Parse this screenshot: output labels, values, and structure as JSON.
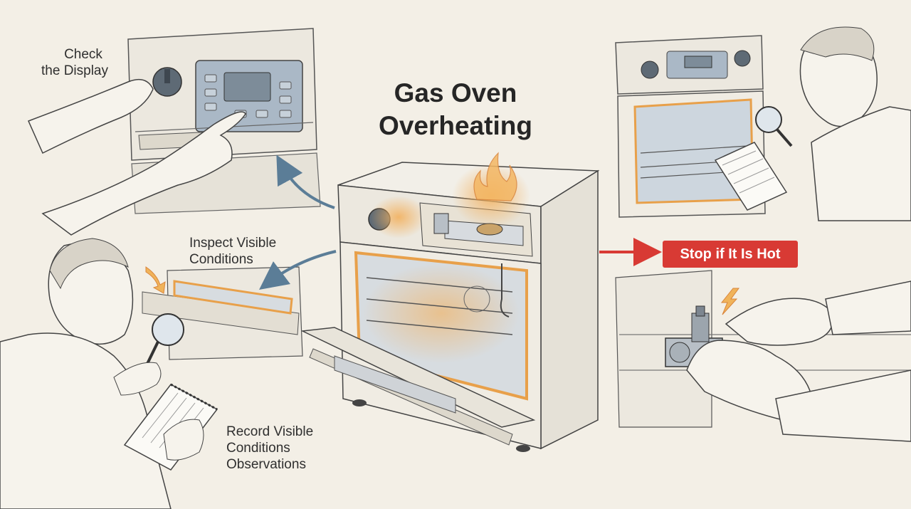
{
  "title": {
    "line1": "Gas Oven",
    "line2": "Overheating"
  },
  "steps": {
    "check_display": {
      "line1": "Check",
      "line2": "the Display"
    },
    "inspect": {
      "line1": "Inspect Visible",
      "line2": "Conditions"
    },
    "record": {
      "line1": "Record Visible",
      "line2": "Conditions",
      "line3": "Observations"
    },
    "stop": {
      "label": "Stop if It Is Hot"
    }
  },
  "icons": [
    "control-knob-icon",
    "display-panel-icon",
    "magnifier-icon",
    "notepad-icon",
    "heat-warning-icon",
    "flame-icon",
    "gas-valve-icon"
  ],
  "colors": {
    "background": "#f3efe6",
    "ink": "#3a3a3a",
    "arrow_blue": "#5b7d97",
    "heat_orange": "#e8a04a",
    "warning_red": "#d83a34",
    "panel_blue": "#aab8c6"
  }
}
